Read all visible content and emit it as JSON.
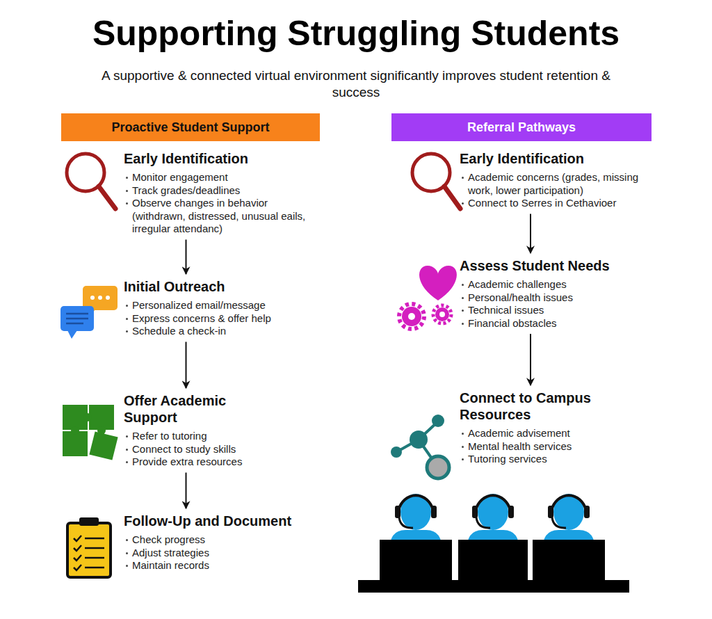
{
  "diagram": {
    "title": "Supporting Struggling Students",
    "nodes": [
      {
        "text": [
          "Proactive Student Support"
        ]
      },
      {
        "text": [
          "Referral Pathways"
        ]
      },
      {
        "text": [
          "Early Identification",
          "Monitor engagement",
          "Track grades/deadlines",
          "Observe changes in behavior (withdrawn, distressed, unusual eails, irregular attendanc)"
        ]
      },
      {
        "text": [
          "Initial Outreach",
          "Personalized email/message",
          "Express concerns & offer help",
          "Schedule a check-in"
        ]
      },
      {
        "text": [
          "Offer Academic Support",
          "Refer to tutoring",
          "Connect to study skills",
          "Provide extra resources"
        ]
      },
      {
        "text": [
          "Follow-Up and Document",
          "Check progress",
          "Adjust strategies",
          "Maintain records"
        ]
      },
      {
        "text": [
          "Early Identification",
          "Academic concerns (grades, missing work, lower participation)",
          "Connect to Serres in Cethavioer"
        ]
      },
      {
        "text": [
          "Assess Student Needs",
          "Academic challenges",
          "Personal/health issues",
          "Technical issues",
          "Financial obstacles"
        ]
      },
      {
        "text": [
          "Connect to Campus Resources",
          "Academic advisement",
          "Mental health services",
          "Tutoring services"
        ]
      }
    ],
    "edges": [
      {
        "from": 2,
        "to": 3,
        "arrow": "to"
      },
      {
        "from": 3,
        "to": 4,
        "arrow": "to"
      },
      {
        "from": 4,
        "to": 5,
        "arrow": "to"
      },
      {
        "from": 6,
        "to": 7,
        "arrow": "to"
      },
      {
        "from": 7,
        "to": 8,
        "arrow": "to"
      }
    ],
    "labels": [
      "A supportive & connected virtual environment significantly improves student retention & success"
    ]
  }
}
